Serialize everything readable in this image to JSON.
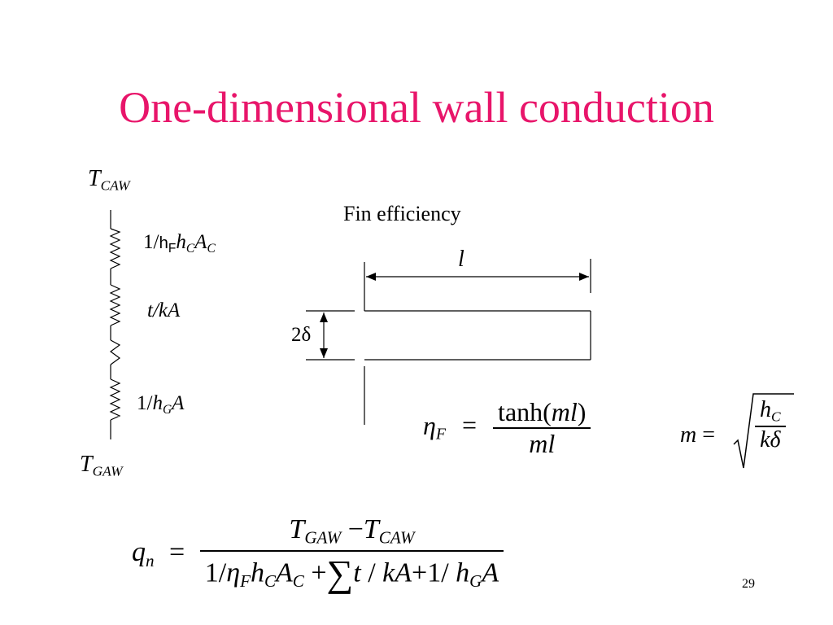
{
  "slide": {
    "title": "One-dimensional wall conduction",
    "title_color": "#e8156a",
    "page_number": "29"
  },
  "circuit": {
    "top_label": {
      "main": "T",
      "sub": "CAW"
    },
    "bottom_label": {
      "main": "T",
      "sub": "GAW"
    },
    "r1": {
      "prefix": "1/",
      "a": "h",
      "a_sub": "F",
      "b": "h",
      "b_sub": "C",
      "c": "A",
      "c_sub": "C"
    },
    "r2": {
      "text": "t/kA"
    },
    "r3": {
      "prefix": "1/",
      "a": "h",
      "a_sub": "G",
      "c": "A"
    }
  },
  "fin": {
    "caption": "Fin efficiency",
    "length_label": "l",
    "thickness_label": "2δ"
  },
  "eq_eta": {
    "lhs": "η",
    "lhs_sub": "F",
    "equals": "=",
    "num_func": "tanh(",
    "num_arg": "ml",
    "num_close": ")",
    "den": "ml"
  },
  "eq_m": {
    "lhs": "m",
    "equals": "=",
    "num": "h",
    "num_sub": "C",
    "den": "kδ"
  },
  "eq_q": {
    "lhs": "q",
    "lhs_sub": "n",
    "equals": "=",
    "num_a": "T",
    "num_a_sub": "GAW",
    "minus": "−",
    "num_b": "T",
    "num_b_sub": "CAW",
    "den_1": "1/",
    "den_eta": "η",
    "den_eta_sub": "F",
    "den_h": "h",
    "den_h_sub": "C",
    "den_A": "A",
    "den_A_sub": "C",
    "plus": "+",
    "sigma": "∑",
    "den_t": "t",
    "slash": "/",
    "den_kA": "kA",
    "den_plus2": "+",
    "den_1b": "1/",
    "den_hG": "h",
    "den_hG_sub": "G",
    "den_A2": "A"
  }
}
